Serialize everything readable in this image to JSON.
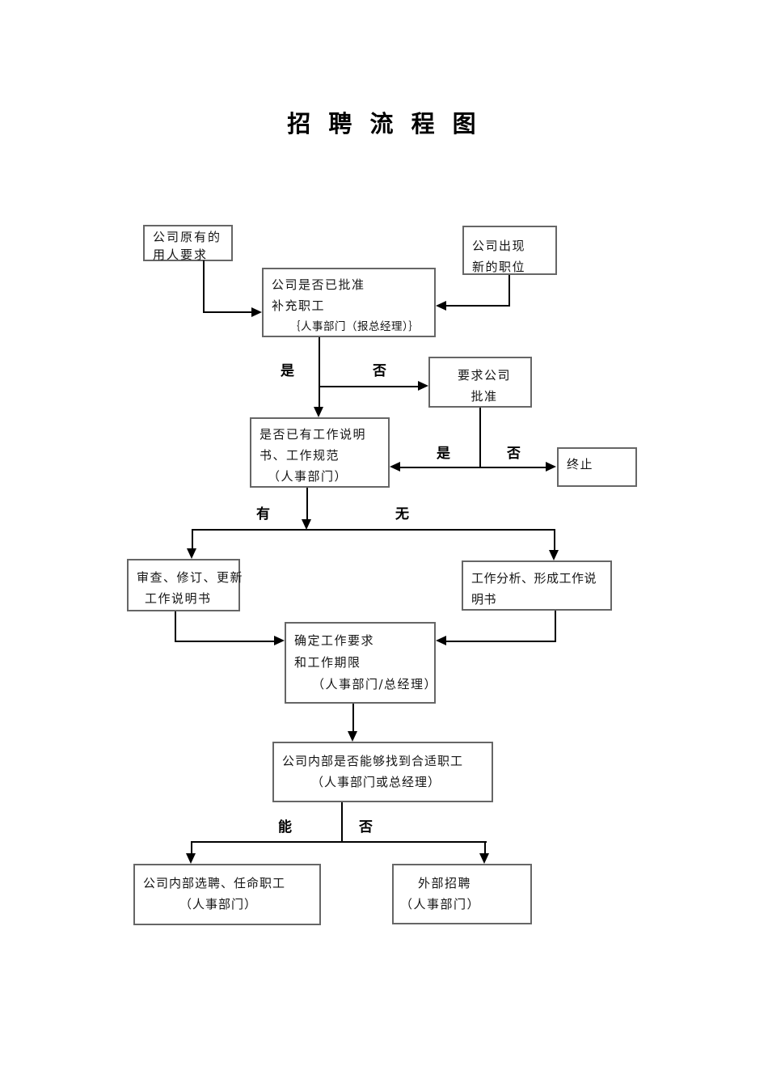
{
  "page": {
    "title": "招 聘 流 程 图"
  },
  "boxes": {
    "existing_demand": {
      "line1": "公司原有的",
      "line2": "用人要求"
    },
    "new_position": {
      "line1": "公司出现",
      "line2": "新的职位"
    },
    "approval_check": {
      "line1": "公司是否已批准",
      "line2": "补充职工",
      "line3": "｛人事部门（报总经理）｝"
    },
    "request_approval": {
      "line1": "要求公司",
      "line2": "批准"
    },
    "job_spec_check": {
      "line1": "是否已有工作说明",
      "line2": "书、工作规范",
      "line3": "（人事部门）"
    },
    "terminate": {
      "line1": "终止"
    },
    "review_update": {
      "line1": "审查、修订、更新",
      "line2": "工作说明书"
    },
    "job_analysis": {
      "line1": "工作分析、形成工作说",
      "line2": "明书"
    },
    "define_requirements": {
      "line1": "确定工作要求",
      "line2": "和工作期限",
      "line3": "（人事部门/总经理）"
    },
    "internal_check": {
      "line1": "公司内部是否能够找到合适职工",
      "line2": "（人事部门或总经理）"
    },
    "internal_hire": {
      "line1": "公司内部选聘、任命职工",
      "line2": "（人事部门）"
    },
    "external_recruit": {
      "line1": "外部招聘",
      "line2": "（人事部门）"
    }
  },
  "branch_labels": {
    "approval_yes": "是",
    "approval_no": "否",
    "request_yes": "是",
    "request_no": "否",
    "spec_have": "有",
    "spec_none": "无",
    "internal_can": "能",
    "internal_cannot": "否"
  },
  "colors": {
    "box_border": "#666666",
    "connector": "#000000",
    "text": "#141414",
    "background": "#ffffff"
  }
}
